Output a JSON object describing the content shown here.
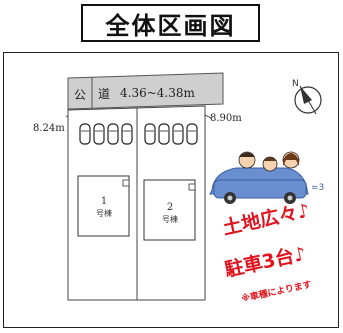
{
  "title": "全体区画図",
  "road": {
    "label_kou": "公",
    "label_dou": "道",
    "width_text": "4.36~4.38m"
  },
  "dimensions": {
    "left": "8.24m",
    "right": "8.90m"
  },
  "lots": [
    {
      "number": "1",
      "suffix": "号棟"
    },
    {
      "number": "2",
      "suffix": "号棟"
    }
  ],
  "promo": {
    "line1": "土地広々♪",
    "line2": "駐車3台♪",
    "note": "※車種によります"
  },
  "colors": {
    "road": "#cfcfcf",
    "accent": "#e0141e",
    "car_body": "#6a8fd0"
  },
  "icons": [
    "north-arrow-icon",
    "car-family-icon"
  ]
}
